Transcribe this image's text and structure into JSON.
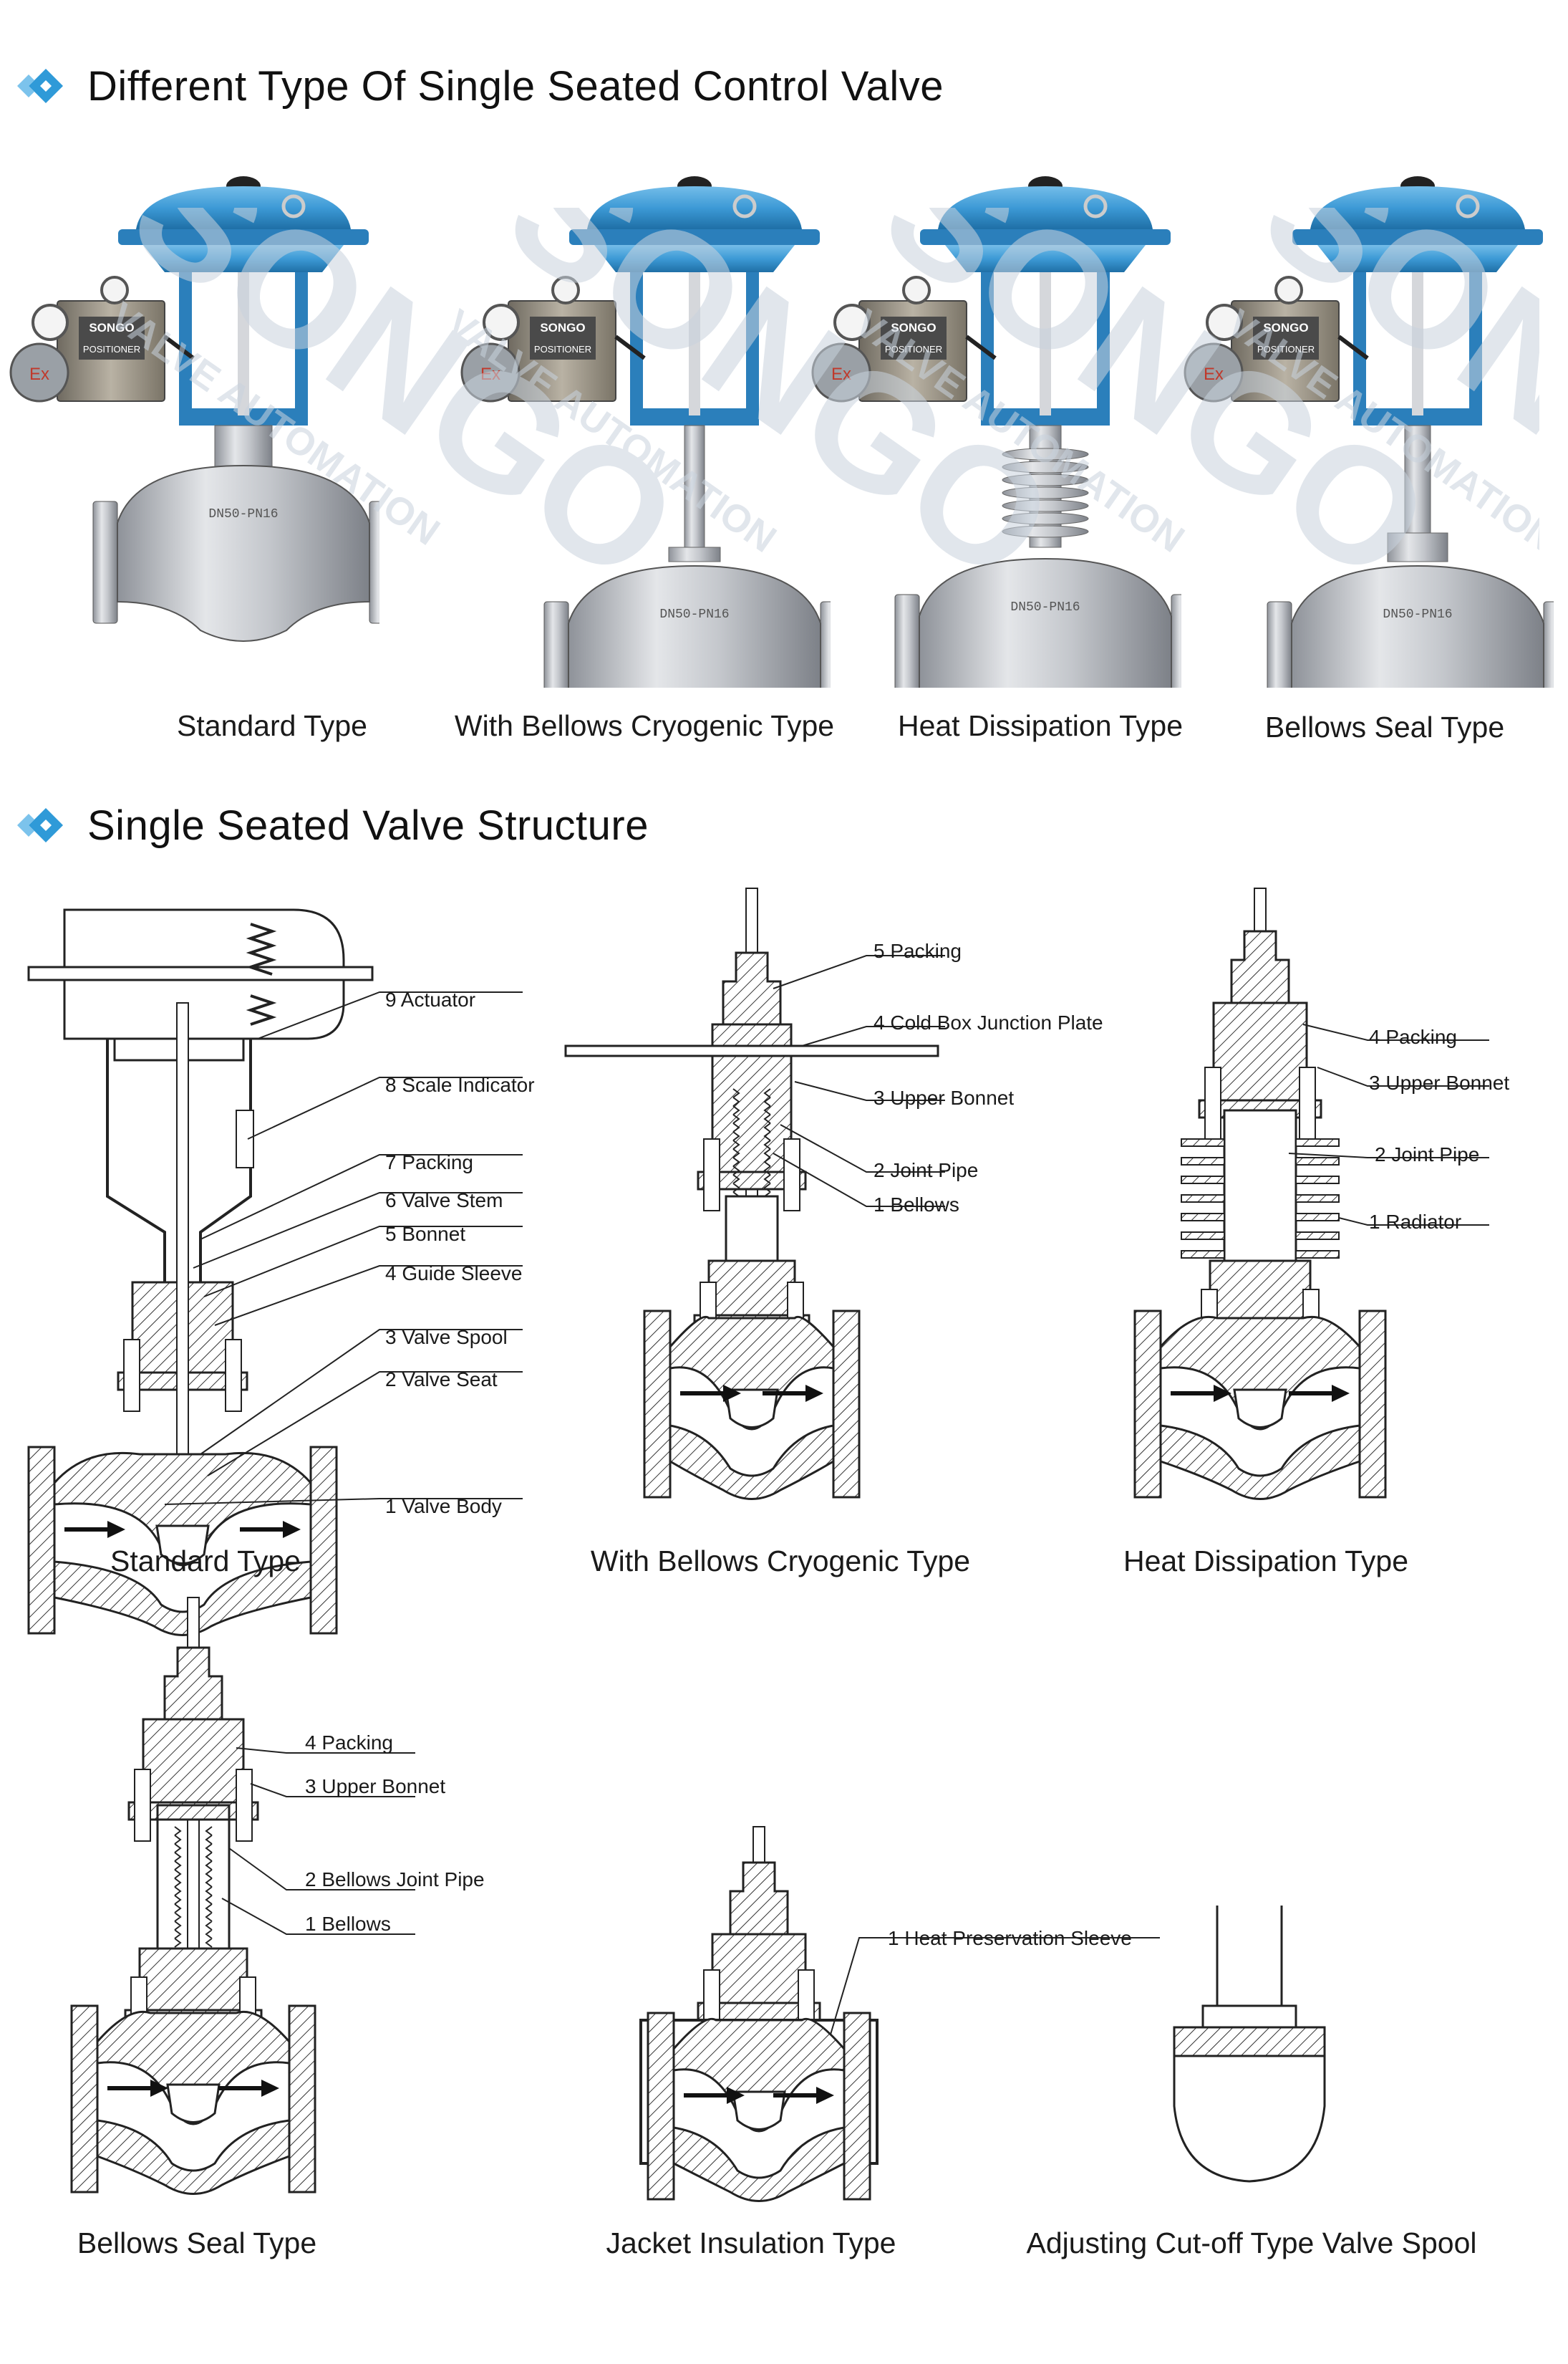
{
  "sections": {
    "types_title": "Different Type Of Single Seated Control Valve",
    "structure_title": "Single Seated Valve Structure"
  },
  "photos": {
    "brand": "SONGO",
    "positioner": "POSITIONER",
    "ex_mark": "Ex",
    "body_marking": "DN50-PN16",
    "captions": [
      "Standard Type",
      "With Bellows Cryogenic Type",
      "Heat Dissipation Type",
      "Bellows Seal Type"
    ]
  },
  "watermark": {
    "brand": "SONGO",
    "tagline": "VALVE AUTOMATION"
  },
  "diagrams": {
    "standard": {
      "caption": "Standard Type",
      "labels": [
        "9 Actuator",
        "8 Scale Indicator",
        "7 Packing",
        "6 Valve Stem",
        "5 Bonnet",
        "4 Guide Sleeve",
        "3 Valve Spool",
        "2 Valve Seat",
        "1 Valve Body"
      ]
    },
    "cryogenic": {
      "caption": "With Bellows Cryogenic Type",
      "labels": [
        "5 Packing",
        "4 Cold Box Junction Plate",
        "3 Upper Bonnet",
        "2 Joint Pipe",
        "1 Bellows"
      ]
    },
    "heat": {
      "caption": "Heat Dissipation Type",
      "labels": [
        "4 Packing",
        "3 Upper Bonnet",
        "2 Joint Pipe",
        "1 Radiator"
      ]
    },
    "bellows_seal": {
      "caption": "Bellows Seal Type",
      "labels": [
        "4 Packing",
        "3 Upper Bonnet",
        "2 Bellows Joint Pipe",
        "1 Bellows"
      ]
    },
    "jacket": {
      "caption": "Jacket Insulation Type",
      "labels": [
        "1 Heat Preservation Sleeve"
      ]
    },
    "spool": {
      "caption": "Adjusting Cut-off Type Valve Spool"
    }
  },
  "colors": {
    "accent": "#2f9ad8",
    "actuator_blue": "#3d9ad6",
    "line": "#222222",
    "watermark": "#c9d3de"
  }
}
